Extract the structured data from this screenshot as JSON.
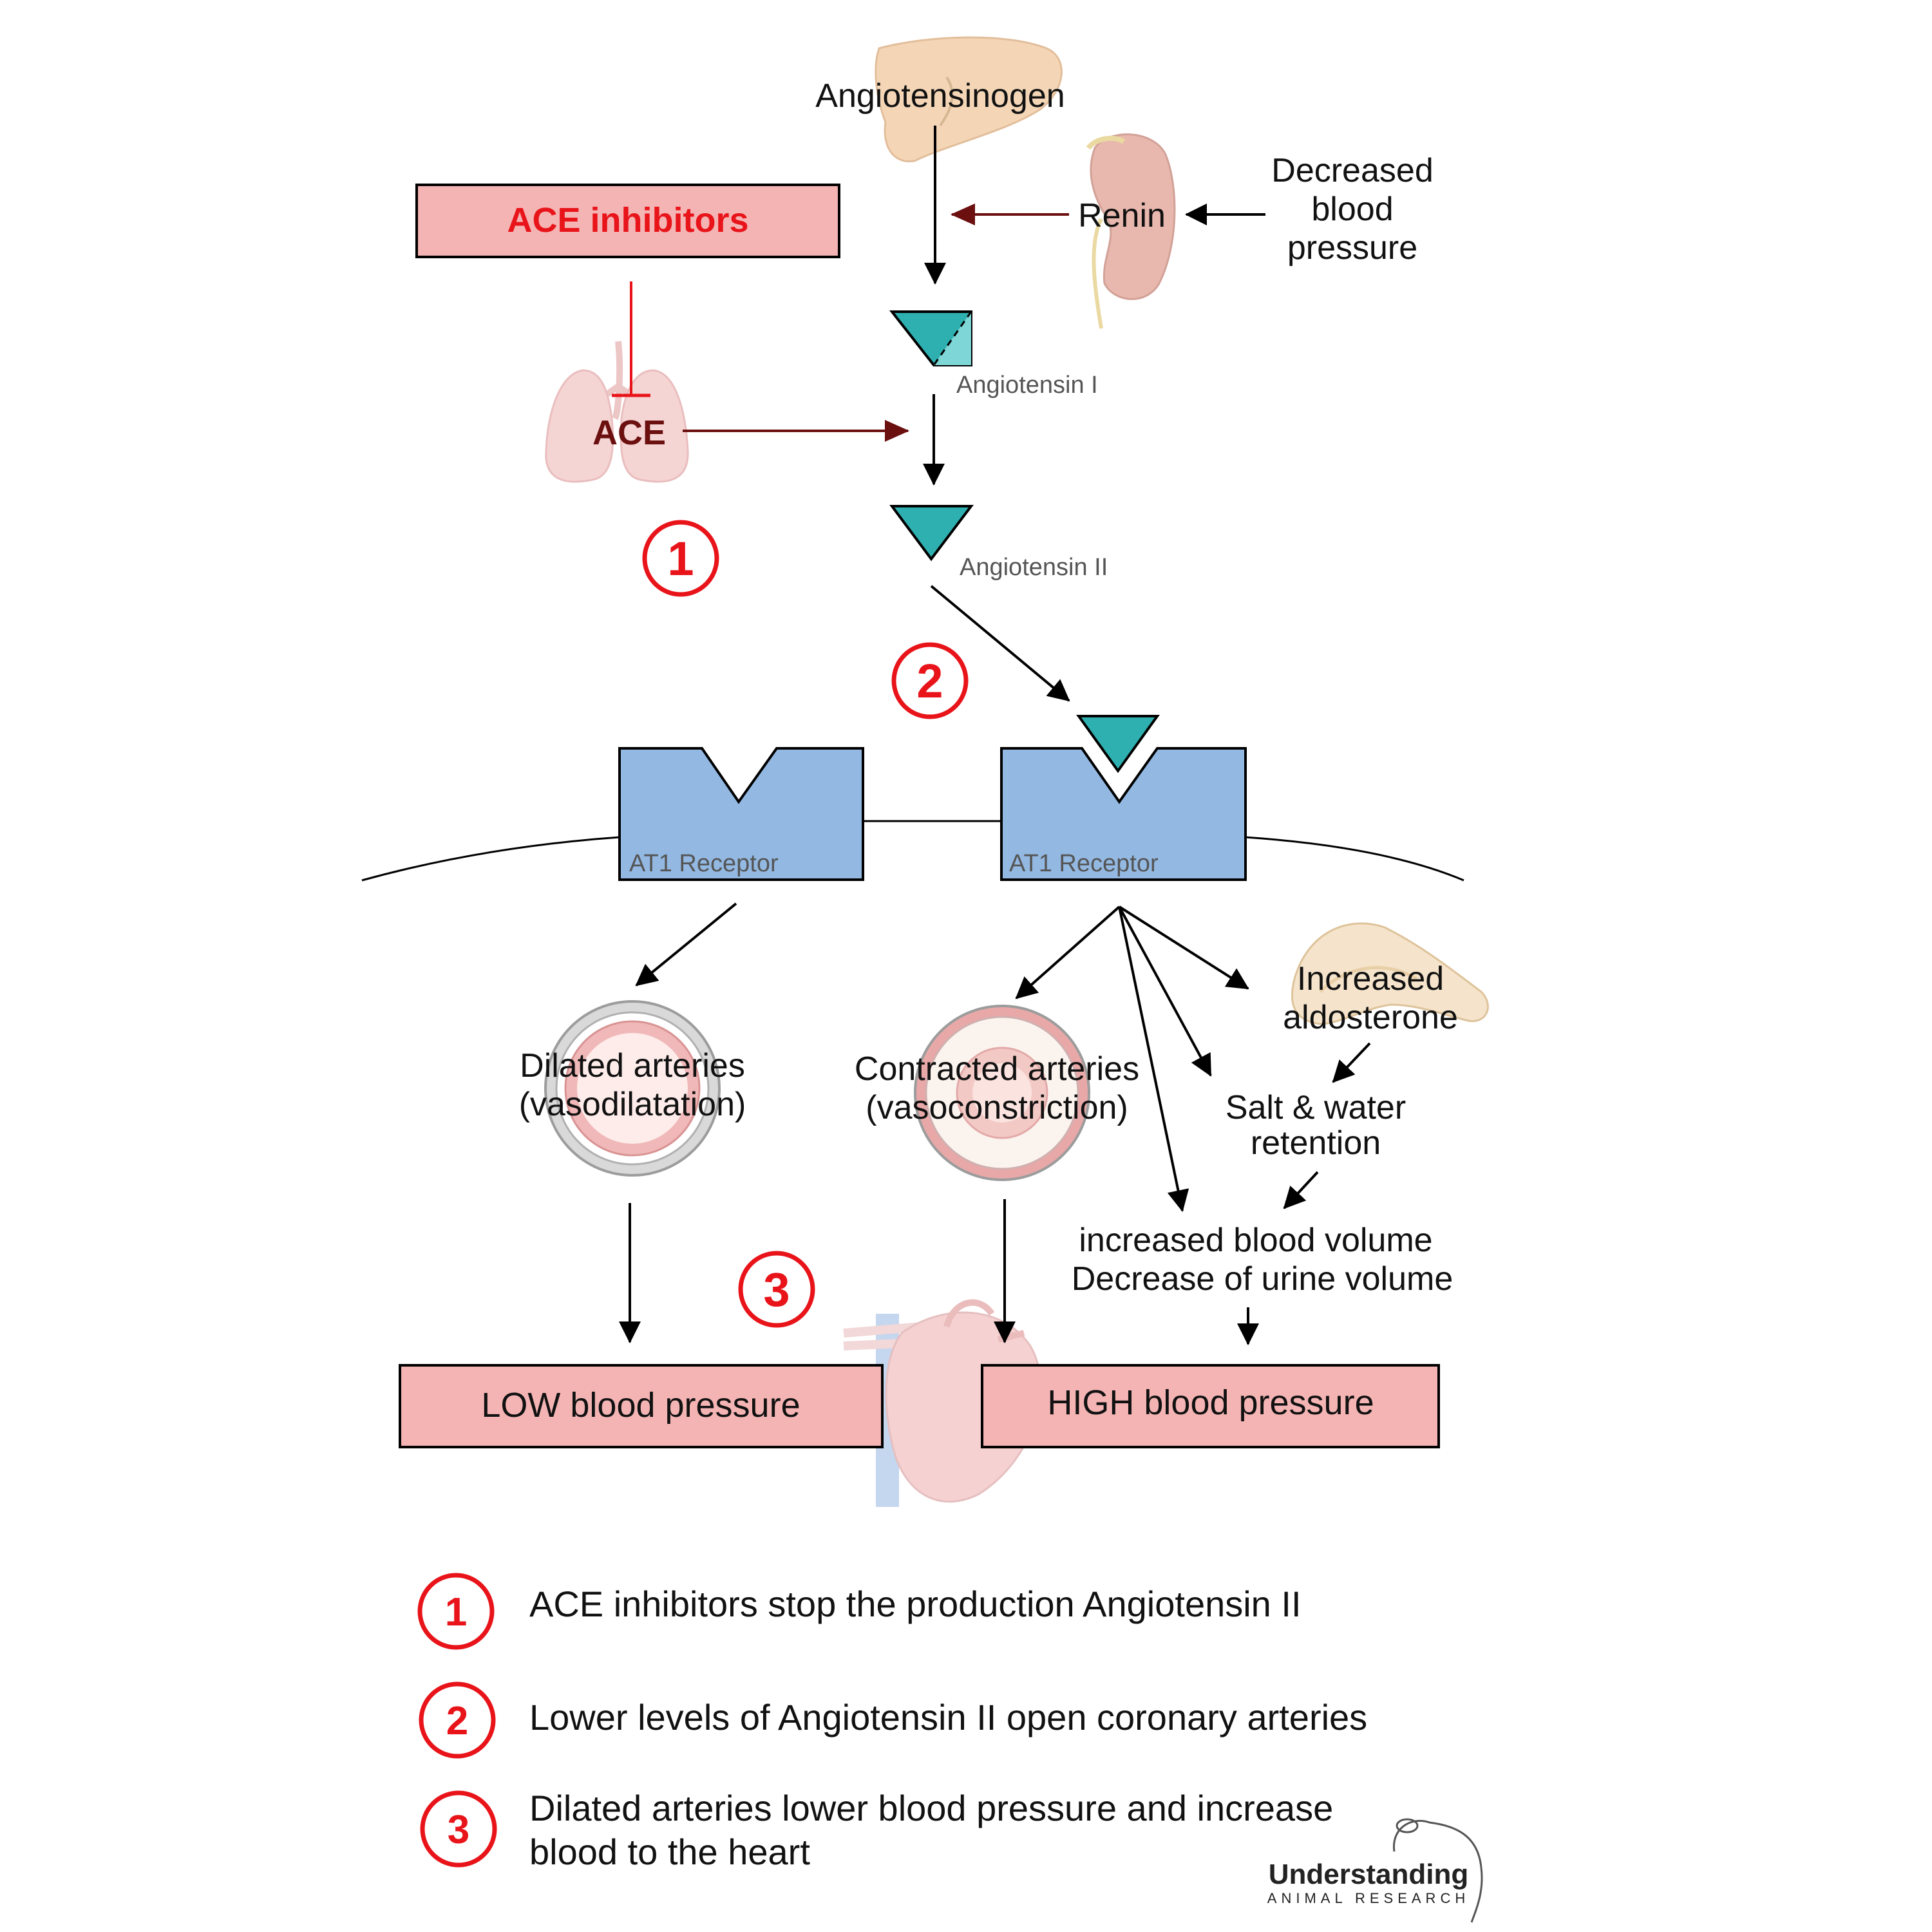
{
  "labels": {
    "angiotensinogen": "Angiotensinogen",
    "renin": "Renin",
    "decreased_bp": [
      "Decreased",
      "blood",
      "pressure"
    ],
    "ace_inhibitors": "ACE inhibitors",
    "ace": "ACE",
    "angiotensin_1": "Angiotensin I",
    "angiotensin_2": "Angiotensin II",
    "at1_receptor_left": "AT1 Receptor",
    "at1_receptor_right": "AT1 Receptor",
    "dilated": [
      "Dilated arteries",
      "(vasodilatation)"
    ],
    "contracted": [
      "Contracted arteries",
      "(vasoconstriction)"
    ],
    "aldosterone": [
      "Increased",
      "aldosterone"
    ],
    "salt_water": [
      "Salt & water",
      "retention"
    ],
    "blood_volume": [
      "increased blood volume",
      "Decrease of urine volume"
    ],
    "low_bp": "LOW blood pressure",
    "high_bp": "HIGH blood pressure"
  },
  "markers": [
    "1",
    "2",
    "3"
  ],
  "legend": [
    {
      "num": "1",
      "lines": [
        "ACE inhibitors stop the production Angiotensin II"
      ]
    },
    {
      "num": "2",
      "lines": [
        "Lower levels of Angiotensin II open coronary arteries"
      ]
    },
    {
      "num": "3",
      "lines": [
        "Dilated arteries lower blood pressure and increase",
        "blood to the heart"
      ]
    }
  ],
  "logo": {
    "line1": "Understanding",
    "line2": "ANIMAL RESEARCH"
  },
  "colors": {
    "box_fill": "#f4b4b4",
    "receptor_fill": "#93b9e3",
    "angiotensin_fill": "#2fb0b0",
    "accent_red": "#e8141a",
    "dark_red": "#6b0f0f",
    "organ_pink": "#f0c4c4"
  }
}
